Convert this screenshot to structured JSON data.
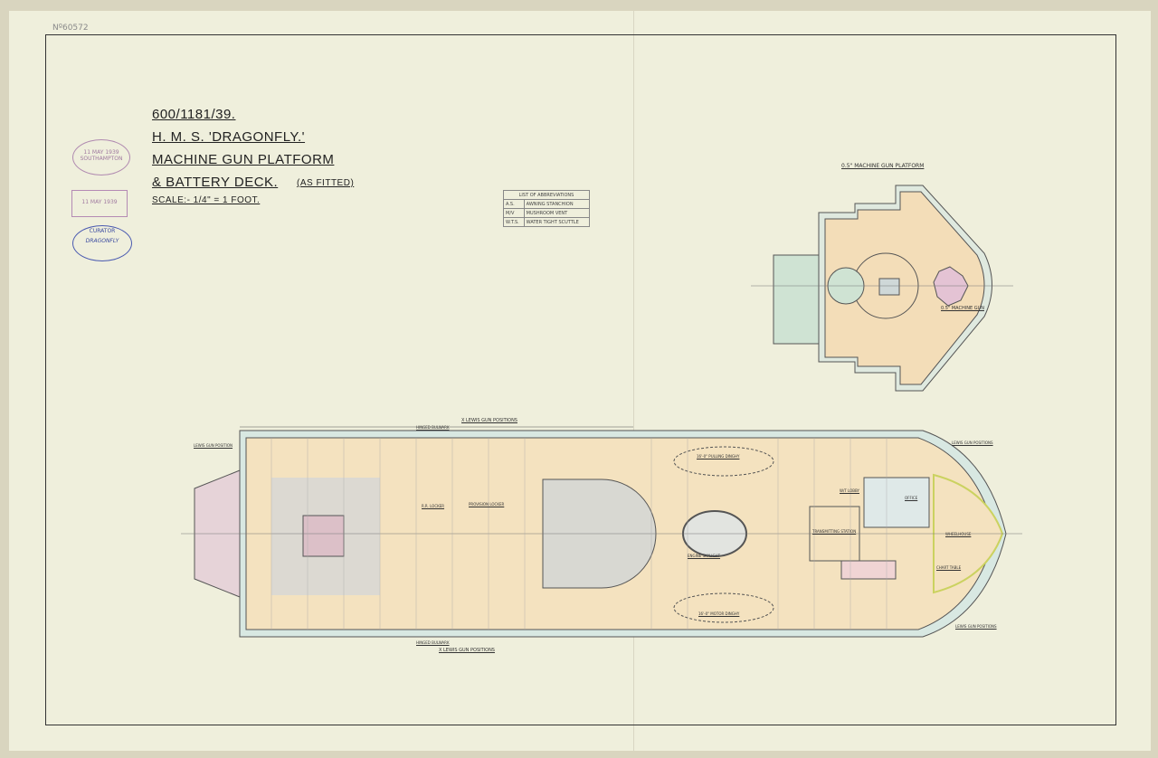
{
  "reference_number": "Nº60572",
  "title": {
    "drawing_number": "600/1181/39.",
    "ship": "H. M. S. 'DRAGONFLY.'",
    "line1": "MACHINE GUN PLATFORM",
    "line2": "& BATTERY DECK.",
    "note": "(AS FITTED)",
    "scale": "SCALE:- 1/4\" = 1 FOOT."
  },
  "stamps": {
    "builder": "SOUTHAMPTON",
    "builder_date": "11 MAY 1939",
    "overseer_date": "11 MAY 1939",
    "curator": "CURATOR",
    "curator_ship": "DRAGONFLY"
  },
  "abbreviations": {
    "heading": "LIST OF ABBREVIATIONS",
    "rows": [
      {
        "code": "A.S.",
        "meaning": "AWNING STANCHION"
      },
      {
        "code": "M/V",
        "meaning": "MUSHROOM VENT"
      },
      {
        "code": "W.T.S.",
        "meaning": "WATER TIGHT SCUTTLE"
      }
    ]
  },
  "platform": {
    "title": "0.5\" MACHINE GUN PLATFORM",
    "gun_label": "0.5\" MACHINE GUN"
  },
  "deck": {
    "lewis_top": "X LEWIS GUN POSITIONS",
    "lewis_bottom": "X LEWIS GUN POSITIONS",
    "hinged_top": "HINGED BULWARK",
    "hinged_bottom": "HINGED BULWARK",
    "lewis_left": "LEWIS GUN POSITION",
    "lewis_right_top": "LEWIS GUN POSITIONS",
    "lewis_right_bottom": "LEWIS GUN POSITIONS",
    "pulling_dinghy": "16'-0\" PULLING DINGHY",
    "motor_dinghy": "16'-0\" MOTOR DINGHY",
    "transmitting_station": "TRANSMITTING STATION",
    "wt_lobby": "W/T LOBBY",
    "office": "OFFICE",
    "wheelhouse": "WHEELHOUSE",
    "chart_table": "CHART TABLE",
    "rr_locker": "R.R. LOCKER",
    "provision_locker": "PROVISION LOCKER",
    "engine_room_skylight": "ENGINE SKYLIGHT"
  }
}
